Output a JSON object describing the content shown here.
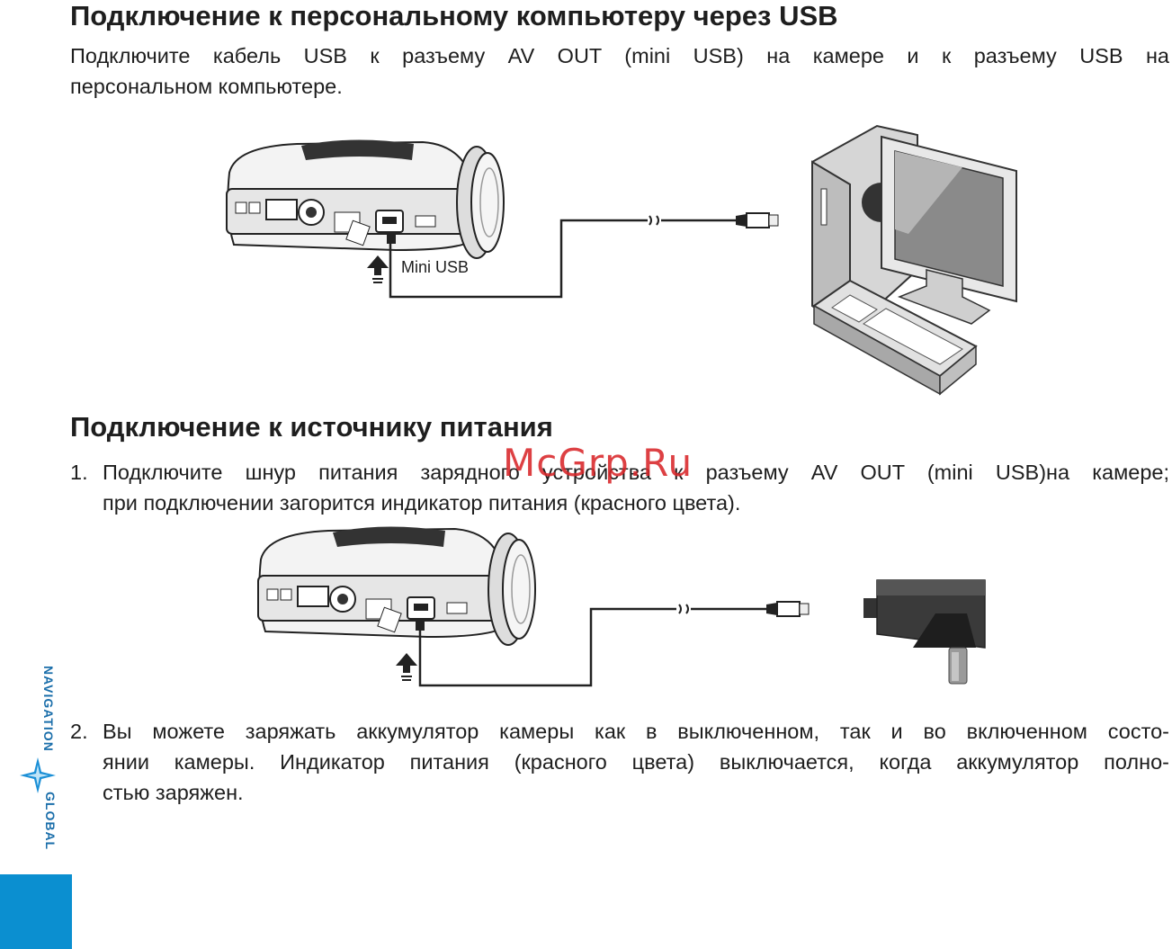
{
  "section1": {
    "title": "Подключение к персональному компьютеру через USB",
    "line1": "Подключите кабель USB к разъему AV OUT (mini USB) на камере и к разъему USB на",
    "line2": "персональном компьютере."
  },
  "figure1": {
    "label": "Mini USB"
  },
  "section2": {
    "title": "Подключение к источнику питания",
    "step1_number": "1.",
    "step1_line1": "Подключите шнур питания зарядного устройства к разъему AV OUT (mini USB)на камере;",
    "step1_line2": "при подключении загорится индикатор питания (красного цвета).",
    "step2_number": "2.",
    "step2_line1": "Вы можете заряжать аккумулятор камеры как в выключенном, так и во включенном состо-",
    "step2_line2": "янии камеры. Индикатор питания (красного цвета) выключается, когда аккумулятор полно-",
    "step2_line3": "стью заряжен."
  },
  "watermark": "McGrp.Ru",
  "brand": {
    "text_top": "NAVIGATION",
    "text_bottom": "GLOBAL"
  },
  "colors": {
    "accent": "#0b8fd0",
    "watermark": "#d9262a",
    "text": "#1e1e1e"
  }
}
